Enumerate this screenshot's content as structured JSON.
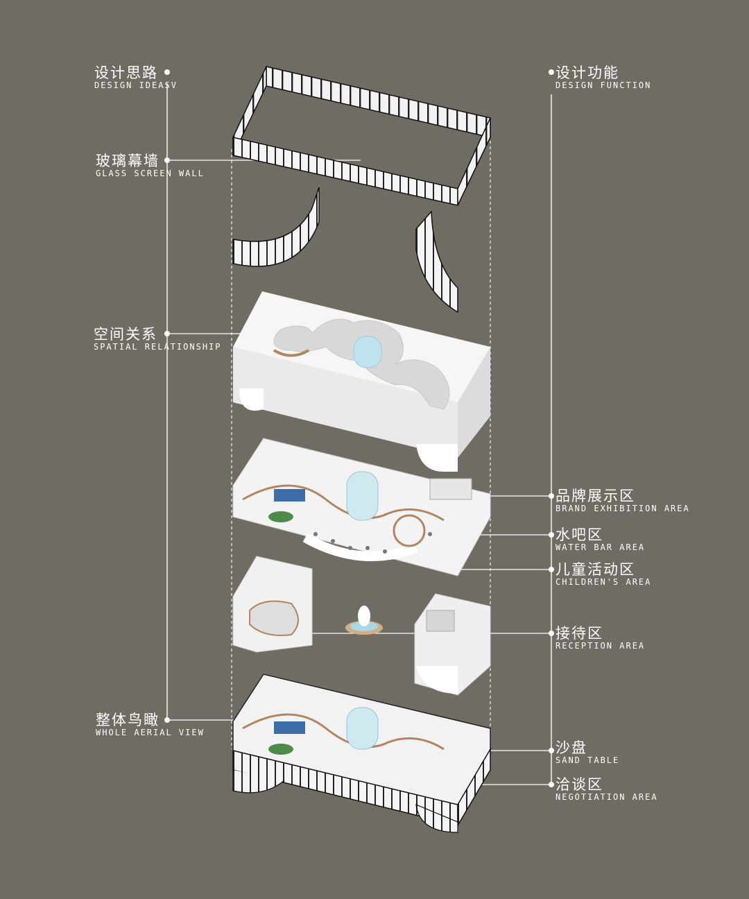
{
  "left_column": {
    "header": {
      "zh": "设计思路",
      "en": "DESIGN IDEASV"
    },
    "items": [
      {
        "zh": "玻璃幕墙",
        "en": "GLASS SCREEN WALL"
      },
      {
        "zh": "空间关系",
        "en": "SPATIAL RELATIONSHIP"
      },
      {
        "zh": "整体鸟瞰",
        "en": "WHOLE AERIAL VIEW"
      }
    ]
  },
  "right_column": {
    "header": {
      "zh": "设计功能",
      "en": "DESIGN FUNCTION"
    },
    "items": [
      {
        "zh": "品牌展示区",
        "en": "BRAND EXHIBITION AREA"
      },
      {
        "zh": "水吧区",
        "en": "WATER BAR AREA"
      },
      {
        "zh": "儿童活动区",
        "en": "CHILDREN'S AREA"
      },
      {
        "zh": "接待区",
        "en": "RECEPTION AREA"
      },
      {
        "zh": "沙盘",
        "en": "SAND TABLE"
      },
      {
        "zh": "洽谈区",
        "en": "NEGOTIATION AREA"
      }
    ]
  },
  "colors": {
    "background": "#716c63",
    "line": "#ffffff",
    "wood": "#b08560",
    "water": "#9fd3e0"
  }
}
